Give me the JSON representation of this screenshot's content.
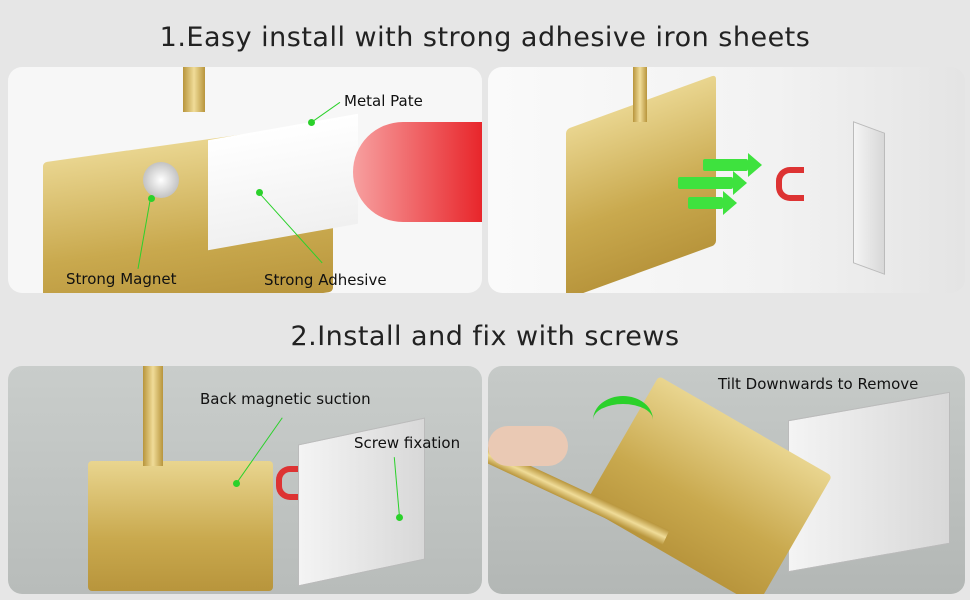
{
  "section1": {
    "title": "1.Easy install with strong adhesive iron sheets",
    "labels": {
      "metal_plate": "Metal Pate",
      "strong_magnet": "Strong Magnet",
      "strong_adhesive": "Strong Adhesive"
    }
  },
  "section2": {
    "title": "2.Install and fix with screws",
    "labels": {
      "back_magnetic": "Back magnetic suction",
      "screw_fixation": "Screw fixation",
      "tilt_remove": "Tilt Downwards to Remove"
    }
  },
  "colors": {
    "accent": "#2bd12b",
    "gold": "#c9a94e",
    "adhesive": "#e8262b"
  }
}
